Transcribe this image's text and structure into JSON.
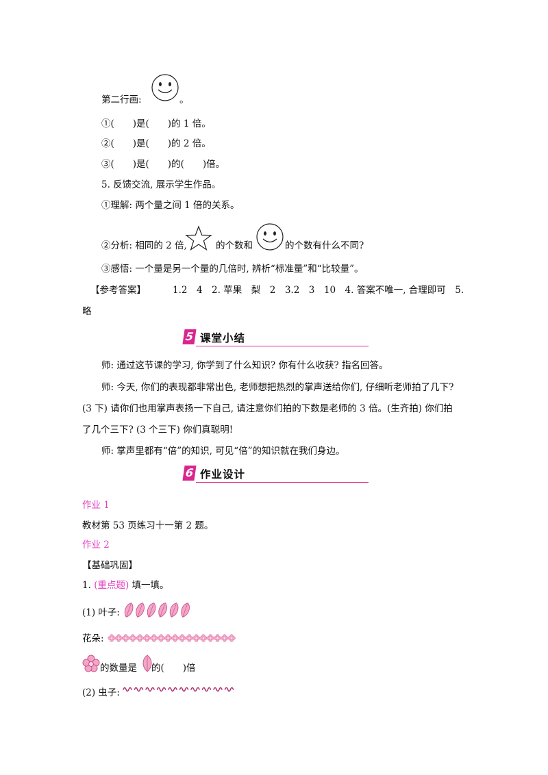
{
  "lines": {
    "row2_label": "第二行画:",
    "row2_end": "。",
    "q1": "①(　　)是(　　)的 1 倍。",
    "q2": "②(　　)是(　　)的 2 倍。",
    "q3": "③(　　)是(　　)的(　　)倍。",
    "feedback": "5. 反馈交流, 展示学生作品。",
    "understand": "①理解: 两个量之间 1 倍的关系。",
    "analyze_a": "②分析: 相同的 2 倍,",
    "analyze_b": "的个数和",
    "analyze_c": "的个数有什么不同?",
    "feel": "③感悟: 一个量是另一个量的几倍时, 辨析“标准量”和“比较量”。",
    "answer_label": "【参考答案】",
    "answer_text": "1.2　4　2. 苹果　梨　2　3.2　3　10　4. 答案不唯一, 合理即可　5.",
    "answer_wrap": "略"
  },
  "section5": {
    "number": "5",
    "title": "课堂小结",
    "p1": "师: 通过这节课的学习, 你学到了什么知识? 你有什么收获? 指名回答。",
    "p2a": "师: 今天, 你们的表现都非常出色, 老师想把热烈的掌声送给你们, 仔细听老师拍了几下?",
    "p2b": "(3 下) 请你们也用掌声表扬一下自己, 请注意你们拍的下数是老师的 3 倍。(生齐拍) 你们拍",
    "p2c": "了几个三下? (3 个三下) 你们真聪明!",
    "p3": "师: 掌声里都有“倍”的知识, 可见“倍”的知识就在我们身边。"
  },
  "section6": {
    "number": "6",
    "title": "作业设计",
    "hw1_label": "作业 1",
    "hw1_text": "教材第 53 页练习十一第 2 题。",
    "hw2_label": "作业 2",
    "basic": "【基础巩固】",
    "q1_prefix": "1.",
    "q1_tag": "(重点题)",
    "q1_text": "填一填。",
    "leaves_label": "(1) 叶子:",
    "flowers_label": "花朵:",
    "compare_a": "的数量是",
    "compare_b": "的(　　)倍",
    "bugs_label": "(2) 虫子:"
  },
  "colors": {
    "accent": "#d9268f",
    "pink_text": "#e43fbf",
    "pink_fill": "#f4a6c8"
  },
  "icons": [
    "smiley-face-icon",
    "star-outline-icon",
    "leaf-icon",
    "flower-icon",
    "worm-icon"
  ]
}
